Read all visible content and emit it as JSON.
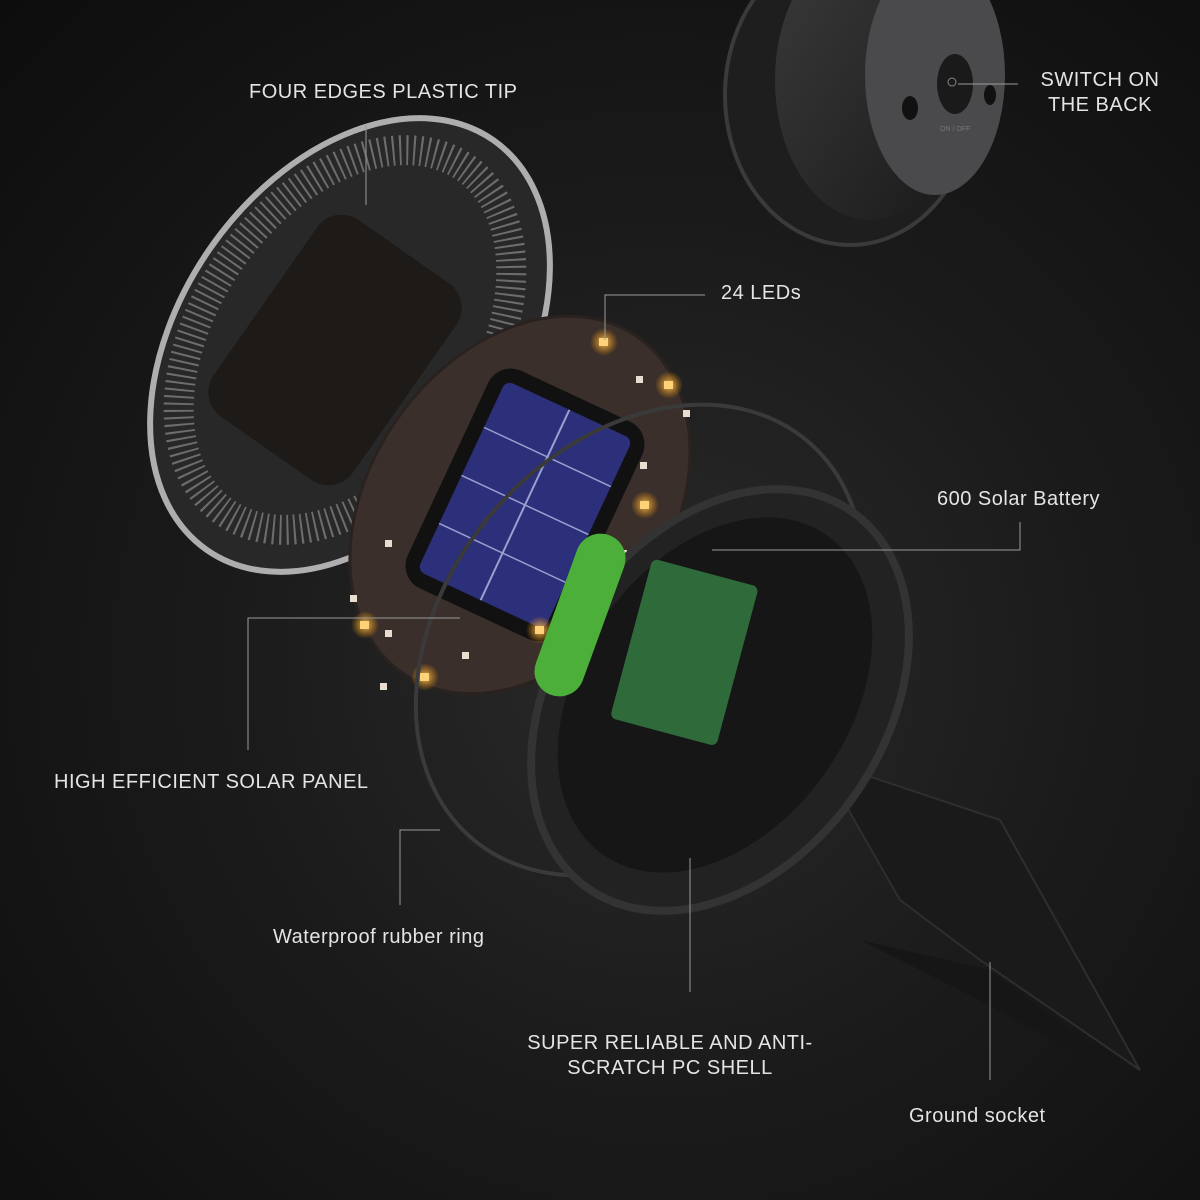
{
  "labels": {
    "plastic_tip": "FOUR EDGES PLASTIC TIP",
    "switch_line1": "SWITCH ON",
    "switch_line2": "THE BACK",
    "leds": "24 LEDs",
    "battery": "600 Solar Battery",
    "solar_panel": "HIGH EFFICIENT SOLAR PANEL",
    "rubber_ring": "Waterproof rubber ring",
    "shell_line1": "SUPER RELIABLE AND ANTI-",
    "shell_line2": "SCRATCH PC SHELL",
    "ground_socket": "Ground socket"
  },
  "device_markings": {
    "switch_text": "ON / OFF"
  },
  "colors": {
    "background": "#1b1b1b",
    "led": "#ffb347",
    "battery": "#4caf3a",
    "solar_cell": "#2c2f7a",
    "pcb": "#2f6b3a",
    "leader_line": "#9a9a9a"
  }
}
